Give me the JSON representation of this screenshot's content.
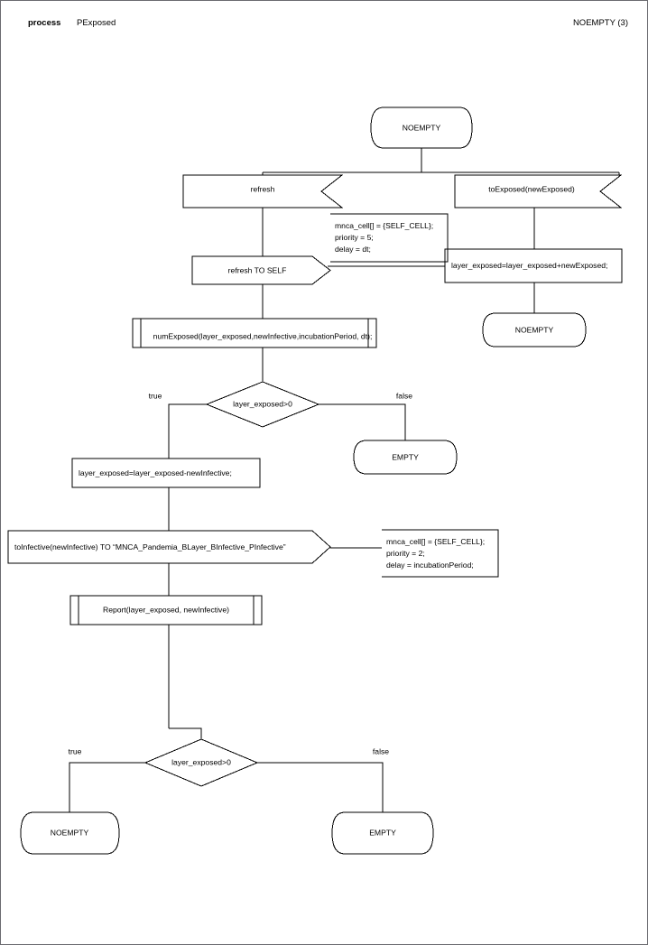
{
  "header": {
    "kind_label": "process",
    "process_name": "PExposed",
    "state_label": "NOEMPTY (3)"
  },
  "diagram": {
    "type": "sdl-process-flowchart",
    "nodes": [
      {
        "id": "start-state",
        "shape": "state",
        "text": "NOEMPTY"
      },
      {
        "id": "input-refresh",
        "shape": "signal-input",
        "text": "refresh"
      },
      {
        "id": "input-toexposed",
        "shape": "signal-input",
        "text": "toExposed(newExposed)"
      },
      {
        "id": "output-refresh-self",
        "shape": "signal-output",
        "text": "refresh TO SELF"
      },
      {
        "id": "task-add-exposed",
        "shape": "task",
        "text": "layer_exposed=layer_exposed+newExposed;"
      },
      {
        "id": "state-noempty-right",
        "shape": "state",
        "text": "NOEMPTY"
      },
      {
        "id": "call-numexposed",
        "shape": "procedure-call",
        "text": "numExposed(layer_exposed,newInfective,incubationPeriod, dt);"
      },
      {
        "id": "decision-top",
        "shape": "decision",
        "text": "layer_exposed>0"
      },
      {
        "id": "state-empty-top",
        "shape": "state",
        "text": "EMPTY"
      },
      {
        "id": "task-sub-infective",
        "shape": "task",
        "text": "layer_exposed=layer_exposed-newInfective;"
      },
      {
        "id": "output-toinfective",
        "shape": "signal-output",
        "text": "toInfective(newInfective) TO “MNCA_Pandemia_BLayer_BInfective_PInfective”"
      },
      {
        "id": "call-report",
        "shape": "procedure-call",
        "text": "Report(layer_exposed, newInfective)"
      },
      {
        "id": "decision-bottom",
        "shape": "decision",
        "text": "layer_exposed>0"
      },
      {
        "id": "state-noempty-bottom",
        "shape": "state",
        "text": "NOEMPTY"
      },
      {
        "id": "state-empty-bottom",
        "shape": "state",
        "text": "EMPTY"
      }
    ],
    "comments": [
      {
        "id": "comment-refresh",
        "lines": [
          "mnca_cell[] = {SELF_CELL};",
          "priority = 5;",
          "delay = dt;"
        ]
      },
      {
        "id": "comment-toinfective",
        "lines": [
          "mnca_cell[] = {SELF_CELL};",
          "priority = 2;",
          "delay = incubationPeriod;"
        ]
      }
    ],
    "edge_labels": [
      {
        "id": "edge-top-true",
        "text": "true"
      },
      {
        "id": "edge-top-false",
        "text": "false"
      },
      {
        "id": "edge-bottom-true",
        "text": "true"
      },
      {
        "id": "edge-bottom-false",
        "text": "false"
      }
    ]
  },
  "colors": {
    "stroke": "#000000",
    "page_border": "#6b6b70",
    "background": "#ffffff",
    "text": "#000000"
  }
}
